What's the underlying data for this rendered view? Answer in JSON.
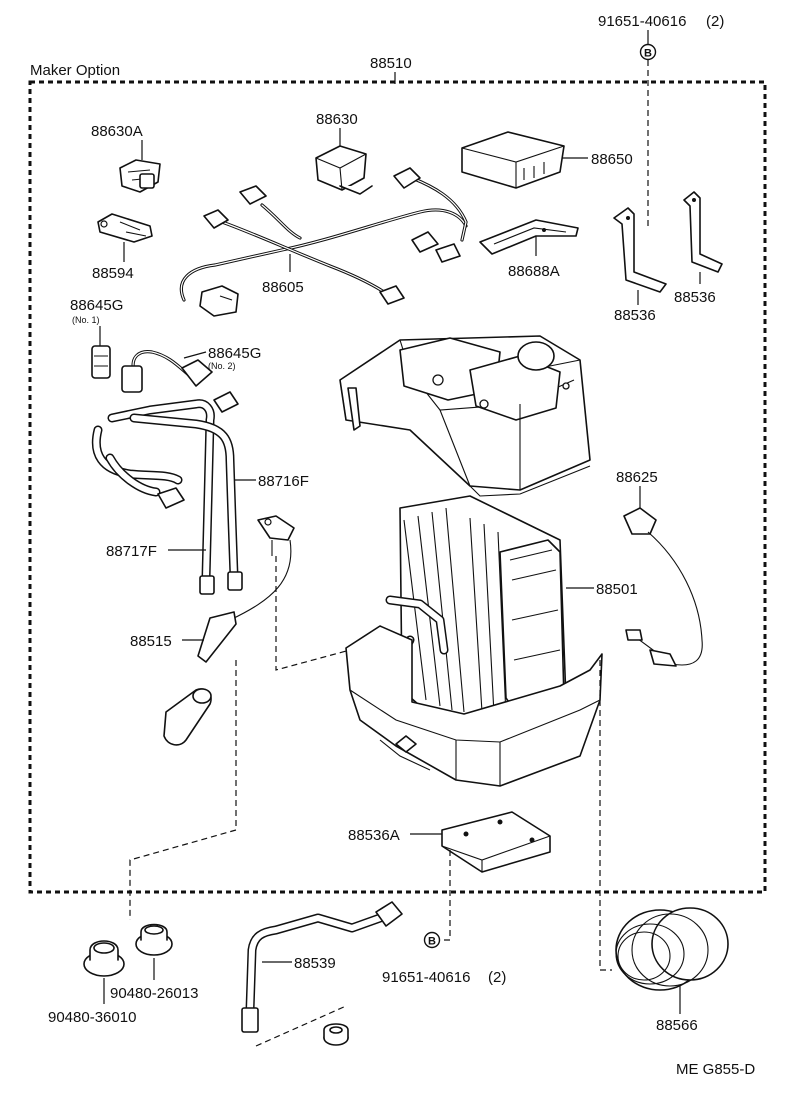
{
  "header": {
    "maker_option": "Maker Option",
    "assembly_number": "88510"
  },
  "labels": {
    "p88630A": "88630A",
    "p88630": "88630",
    "p88650": "88650",
    "p88594": "88594",
    "p88605": "88605",
    "p88688A": "88688A",
    "p88536_a": "88536",
    "p88536_b": "88536",
    "p88645G_1": "88645G",
    "p88645G_1_note": "(No. 1)",
    "p88645G_2": "88645G",
    "p88645G_2_note": "(No. 2)",
    "p88716F": "88716F",
    "p88717F": "88717F",
    "p88625": "88625",
    "p88501": "88501",
    "p88515": "88515",
    "p88536A": "88536A",
    "p88539": "88539",
    "p88566": "88566",
    "bolt_top": "91651-40616",
    "bolt_top_qty": "(2)",
    "bolt_bottom": "91651-40616",
    "bolt_bottom_qty": "(2)",
    "ref_marker_top": "B",
    "ref_marker_bottom": "B",
    "grommet_a": "90480-26013",
    "grommet_b": "90480-36010",
    "diagram_code": "ME G855-D"
  }
}
